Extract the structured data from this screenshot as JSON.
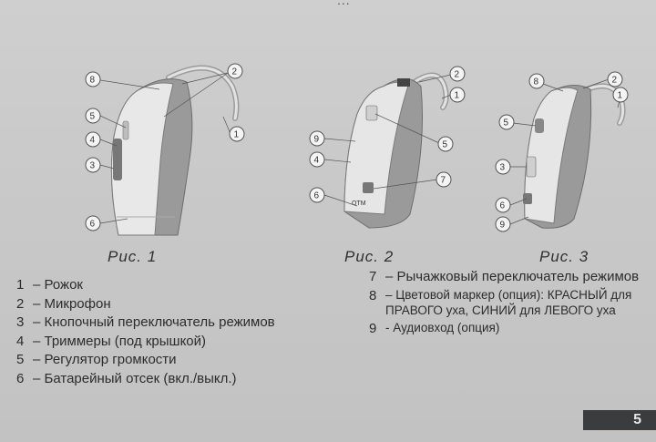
{
  "top_fragment": "...",
  "figures": [
    {
      "caption": "Рис. 1",
      "callouts": [
        "8",
        "2",
        "5",
        "4",
        "3",
        "1",
        "6"
      ]
    },
    {
      "caption": "Рис. 2",
      "callouts": [
        "2",
        "1",
        "9",
        "4",
        "5",
        "7",
        "6"
      ],
      "device_label": "OTM"
    },
    {
      "caption": "Рис. 3",
      "callouts": [
        "8",
        "2",
        "1",
        "5",
        "3",
        "6",
        "9"
      ]
    }
  ],
  "legend_left": [
    {
      "num": "1",
      "text": "– Рожок"
    },
    {
      "num": "2",
      "text": "– Микрофон"
    },
    {
      "num": "3",
      "text": "– Кнопочный переключатель режимов"
    },
    {
      "num": "4",
      "text": "– Триммеры (под крышкой)"
    },
    {
      "num": "5",
      "text": "– Регулятор громкости"
    },
    {
      "num": "6",
      "text": "– Батарейный отсек (вкл./выкл.)"
    }
  ],
  "legend_right": [
    {
      "num": "7",
      "text": "– Рычажковый переключатель режимов"
    },
    {
      "num": "8",
      "text": "– Цветовой маркер (опция): КРАСНЫЙ для ПРАВОГО уха, СИНИЙ для ЛЕВОГО уха"
    },
    {
      "num": "9",
      "text": "- Аудиовход (опция)"
    }
  ],
  "page_number": "5"
}
